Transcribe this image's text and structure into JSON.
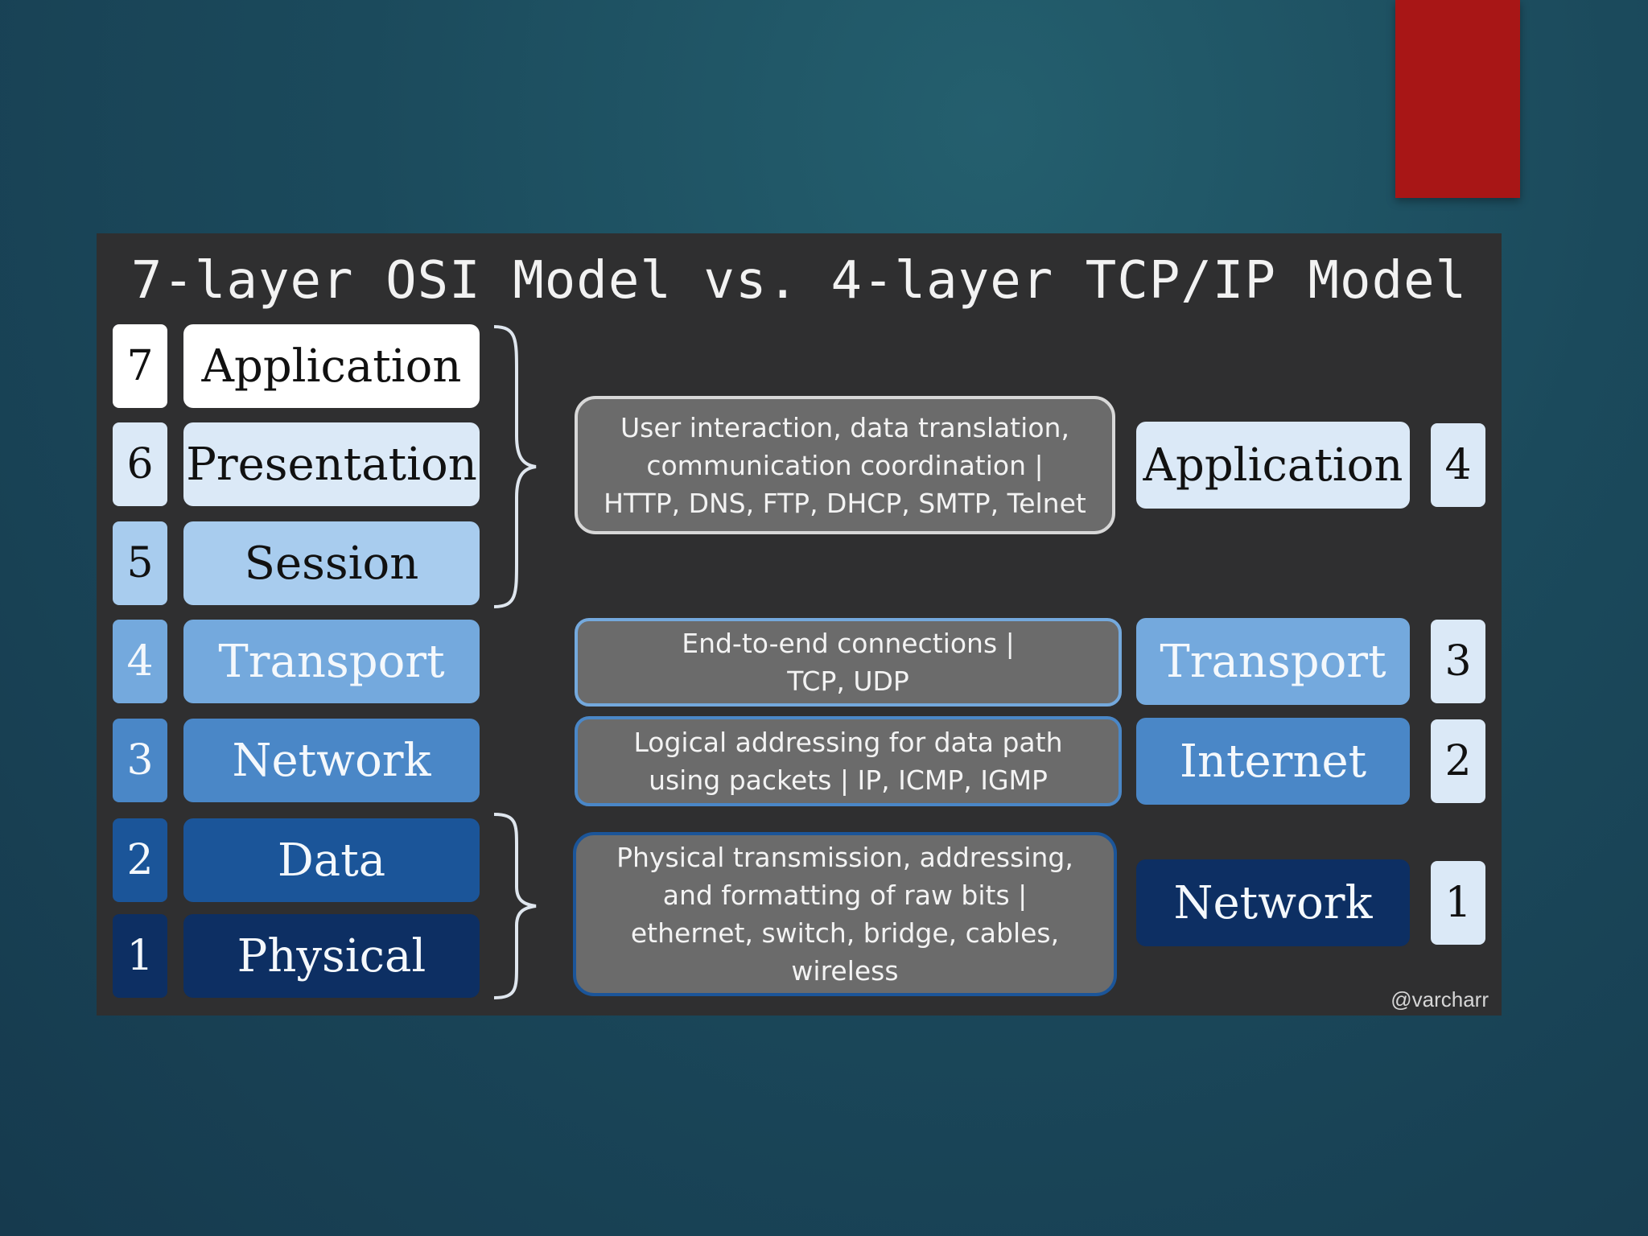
{
  "title": "7-layer OSI Model vs. 4-layer TCP/IP Model",
  "osi_layers": [
    {
      "number": "7",
      "name": "Application"
    },
    {
      "number": "6",
      "name": "Presentation"
    },
    {
      "number": "5",
      "name": "Session"
    },
    {
      "number": "4",
      "name": "Transport"
    },
    {
      "number": "3",
      "name": "Network"
    },
    {
      "number": "2",
      "name": "Data"
    },
    {
      "number": "1",
      "name": "Physical"
    }
  ],
  "descriptions": {
    "application": [
      "User interaction, data translation,",
      "communication coordination |",
      "HTTP, DNS, FTP, DHCP, SMTP, Telnet"
    ],
    "transport": [
      "End-to-end connections |",
      "TCP, UDP"
    ],
    "internet": [
      "Logical addressing for data path",
      "using packets | IP, ICMP, IGMP"
    ],
    "network": [
      "Physical transmission, addressing,",
      "and formatting of raw bits |",
      "ethernet, switch, bridge, cables,",
      "wireless"
    ]
  },
  "tcp_layers": [
    {
      "number": "4",
      "name": "Application"
    },
    {
      "number": "3",
      "name": "Transport"
    },
    {
      "number": "2",
      "name": "Internet"
    },
    {
      "number": "1",
      "name": "Network"
    }
  ],
  "credit": "@varcharr",
  "colors": {
    "layer7": "#ffffff",
    "layer6": "#dbe9f7",
    "layer5": "#a8ccee",
    "layer4": "#74a9dd",
    "layer3": "#4a87c7",
    "layer2": "#1b5599",
    "layer1": "#0d2f63",
    "panel": "#2f2f30",
    "description": "#6b6b6b",
    "accent": "#a81616"
  }
}
